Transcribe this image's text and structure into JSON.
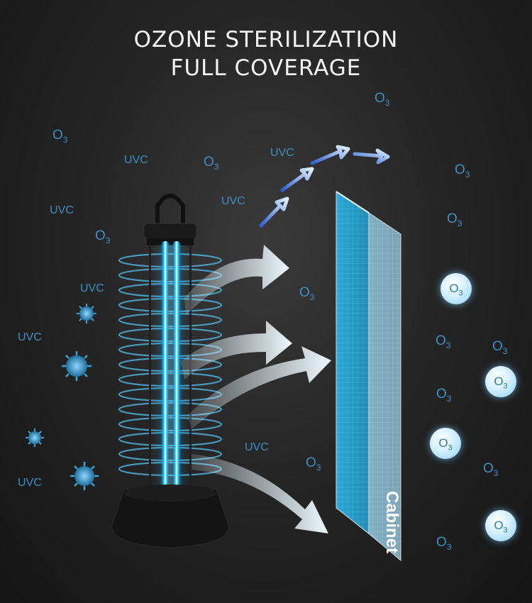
{
  "title_line1": "OZONE STERILIZATION",
  "title_line2": "FULL COVERAGE",
  "uvc_label": "UVC",
  "o3_label": "O",
  "o3_subscript": "3",
  "cabinet_label": "Cabinet",
  "colors": {
    "background": "#1f1f1f",
    "uvc_blue": "#3d8fc4",
    "lamp_glow": "#33d6ff",
    "arrow_white": "#e9f6fb",
    "virus": "#2b8fc2"
  }
}
